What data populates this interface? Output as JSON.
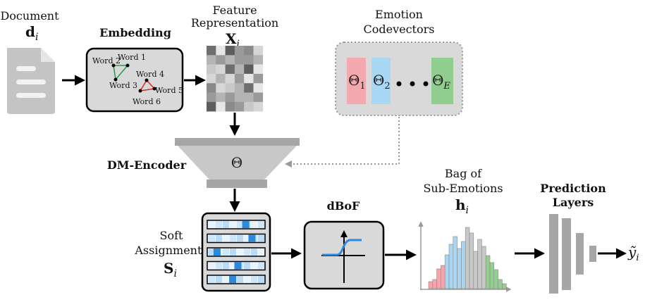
{
  "document": {
    "title": "Document",
    "symbol": "d",
    "sub": "i"
  },
  "embedding": {
    "title": "Embedding",
    "words": [
      "Word 1",
      "Word 2",
      "Word 3",
      "Word 4",
      "Word 5",
      "Word 6"
    ]
  },
  "feature": {
    "title_line1": "Feature",
    "title_line2": "Representation",
    "symbol": "X",
    "sub": "i"
  },
  "codevectors": {
    "title_line1": "Emotion",
    "title_line2": "Codevectors",
    "items": [
      {
        "symbol": "Θ",
        "sub": "1",
        "color": "#f4a9b0"
      },
      {
        "symbol": "Θ",
        "sub": "2",
        "color": "#a9d8f5"
      },
      {
        "symbol": "Θ",
        "sub": "E",
        "color": "#8fce8f"
      }
    ]
  },
  "encoder": {
    "title": "DM-Encoder",
    "symbol": "Θ"
  },
  "soft": {
    "line1": "Soft",
    "line2": "Assignments",
    "symbol": "S",
    "sub": "i"
  },
  "dbof": {
    "title": "dBoF"
  },
  "bag": {
    "line1": "Bag of",
    "line2": "Sub-Emotions",
    "symbol": "h",
    "sub": "i"
  },
  "prediction": {
    "line1": "Prediction",
    "line2": "Layers"
  },
  "output": {
    "symbol": "ỹ",
    "sub": "i"
  },
  "colors": {
    "box_fill": "#d9d9d9",
    "hist_red": "#f2a5ad",
    "hist_blue": "#a9d6f2",
    "hist_gray": "#c8c8c8",
    "hist_green": "#93cf8f",
    "accent_blue": "#2a8ae0"
  }
}
